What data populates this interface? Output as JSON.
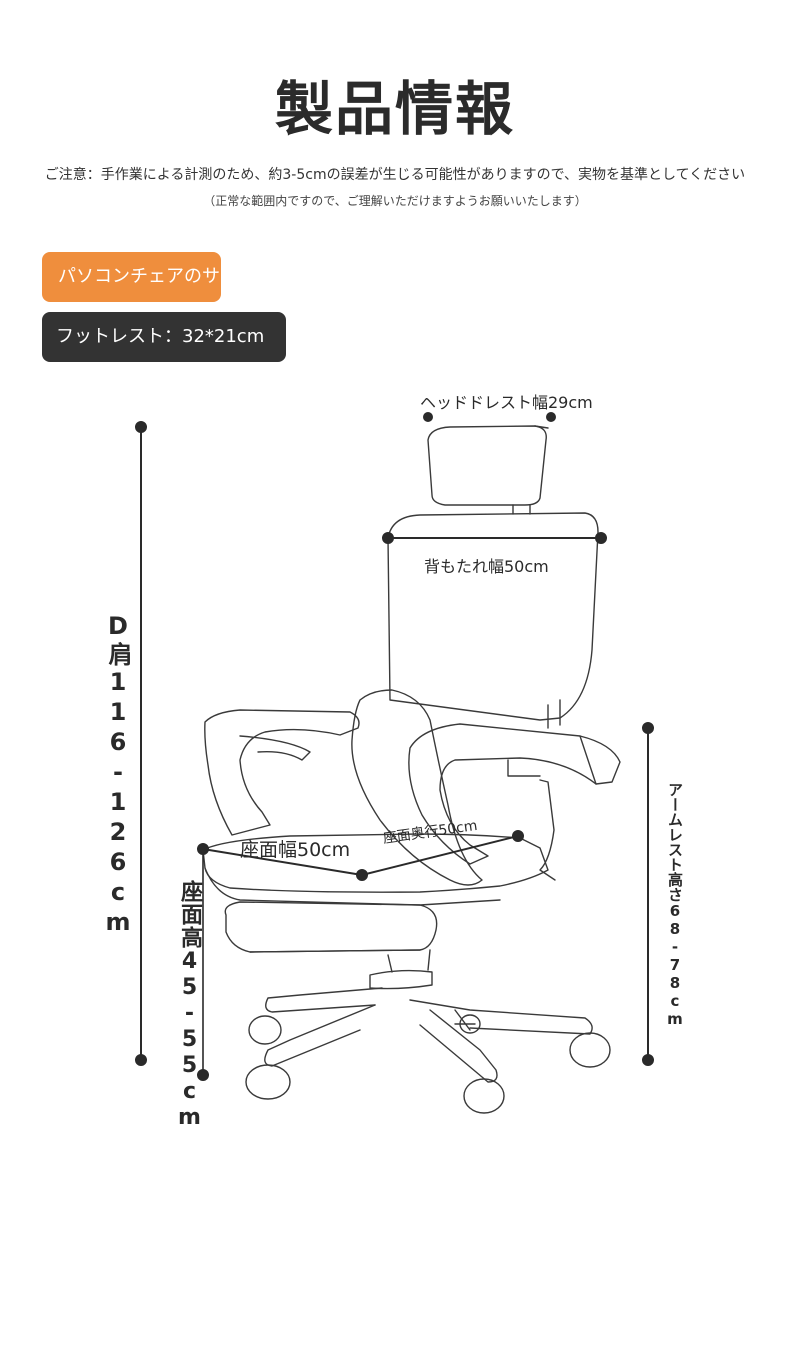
{
  "page": {
    "title": "製品情報",
    "note_line1": "ご注意：手作業による計測のため、約3-5cmの誤差が生じる可能性がありますので、実物を基準としてください",
    "note_line2": "（正常な範囲内ですので、ご理解いただけますようお願いいたします）"
  },
  "badges": {
    "size_heading": "パソコンチェアのサイズ",
    "footrest": "フットレスト：32*21cm"
  },
  "dimensions": {
    "headrest_width": "ヘッドドレスト幅29cm",
    "backrest_width": "背もたれ幅50cm",
    "seat_width": "座面幅50cm",
    "seat_depth": "座面奥行50cm",
    "total_height": "D肩116-126cm",
    "seat_height": "座面高45-55cm",
    "armrest_height": "アームレスト高さ68-78cm"
  },
  "colors": {
    "accent_orange": "#ef8e3d",
    "dark_badge": "#333333",
    "line": "#2a2a2a"
  }
}
